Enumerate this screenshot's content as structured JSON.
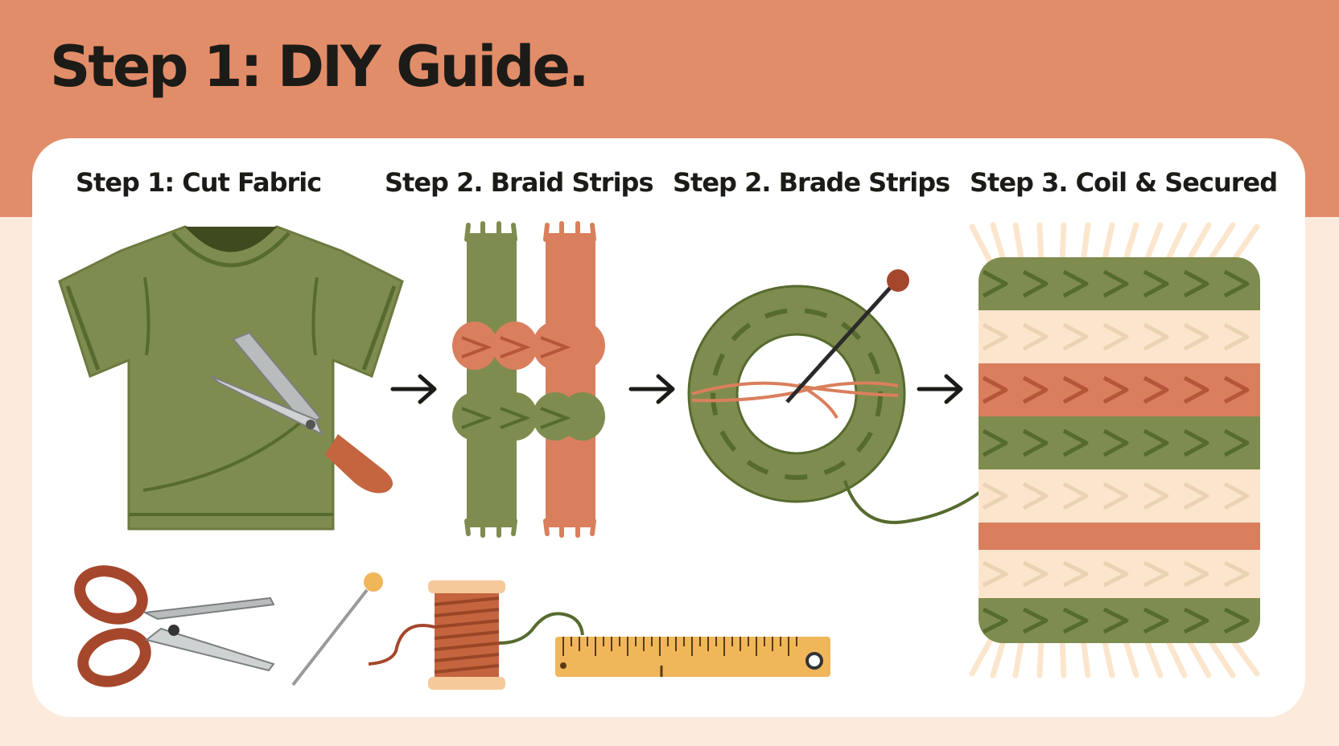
{
  "header": {
    "title": "Step 1: DIY Guide."
  },
  "steps": [
    {
      "heading": "Step 1: Cut Fabric"
    },
    {
      "heading": "Step 2. Braid Strips"
    },
    {
      "heading": "Step 2. Brade Strips"
    },
    {
      "heading": "Step 3. Coil & Secured"
    }
  ],
  "icons": {
    "tshirt": "t-shirt-icon",
    "scissors": "scissors-icon",
    "braid": "braided-strips-icon",
    "coil": "coiled-braid-icon",
    "needle": "needle-icon",
    "rug": "braided-rug-icon",
    "spool": "thread-spool-icon",
    "ruler": "measuring-tape-icon",
    "arrow": "arrow-right-icon"
  },
  "colors": {
    "banner": "#e28d69",
    "background": "#fcebdc",
    "green": "#7f8c4f",
    "dark_green": "#566b2e",
    "terracotta": "#d97f5d",
    "cream": "#fbe6cd",
    "ruler": "#f0b65a"
  }
}
